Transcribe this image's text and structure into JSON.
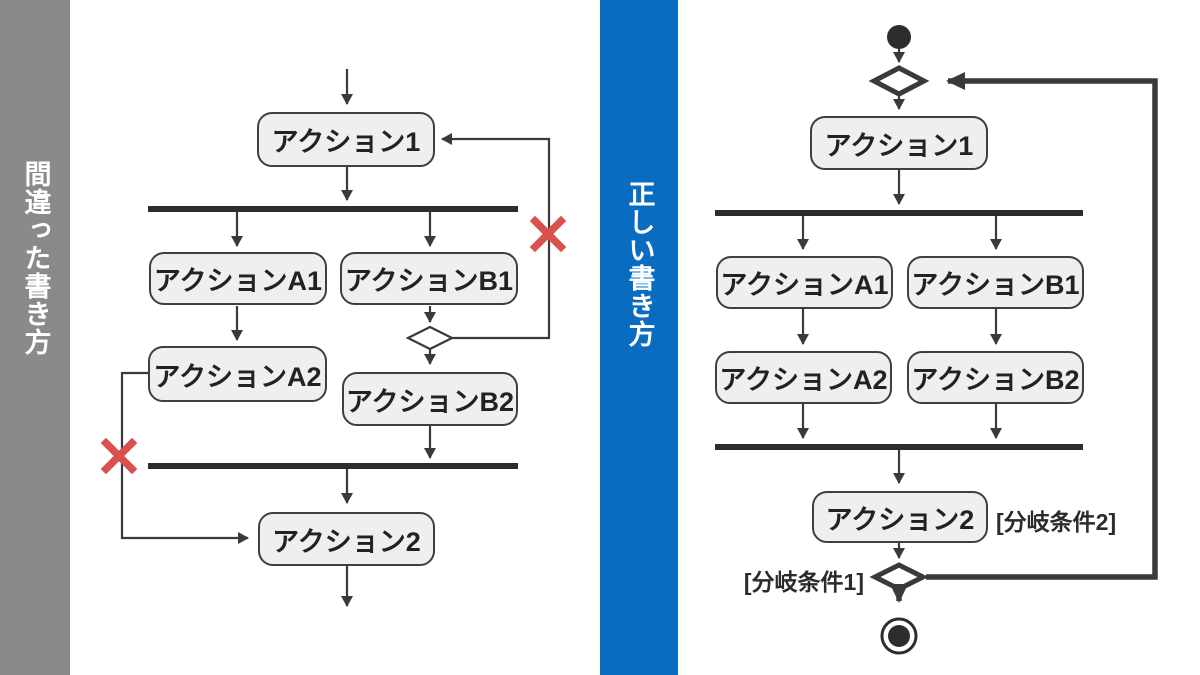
{
  "colors": {
    "wrong_bar": "#8a8a8a",
    "correct_bar": "#0a6cc0",
    "error_red": "#d9504d",
    "line_dark": "#3a3a3a",
    "bar_dark": "#2d2d2d",
    "node_fill": "#efefef",
    "node_border": "#3f3f3f"
  },
  "panels": {
    "wrong": {
      "title": "間違った書き方",
      "nodes": {
        "action1": "アクション1",
        "actionA1": "アクションA1",
        "actionA2": "アクションA2",
        "actionB1": "アクションB1",
        "actionB2": "アクションB2",
        "action2": "アクション2"
      },
      "error_mark": "✕"
    },
    "correct": {
      "title": "正しい書き方",
      "nodes": {
        "action1": "アクション1",
        "actionA1": "アクションA1",
        "actionA2": "アクションA2",
        "actionB1": "アクションB1",
        "actionB2": "アクションB2",
        "action2": "アクション2"
      },
      "labels": {
        "branch1": "[分岐条件1]",
        "branch2": "[分岐条件2]"
      }
    }
  }
}
